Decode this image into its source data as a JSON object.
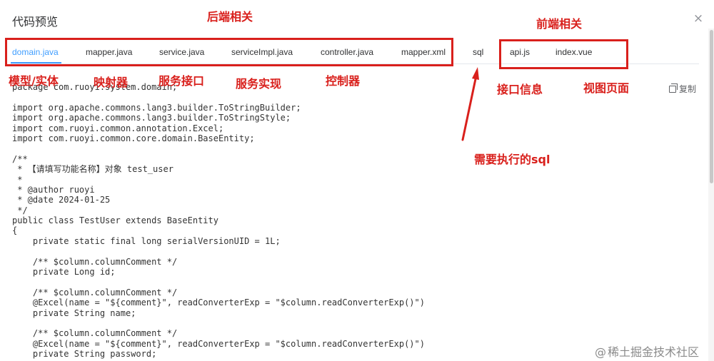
{
  "dialog": {
    "title": "代码预览",
    "close_icon": "×"
  },
  "tabs": [
    {
      "label": "domain.java",
      "active": true
    },
    {
      "label": "mapper.java",
      "active": false
    },
    {
      "label": "service.java",
      "active": false
    },
    {
      "label": "serviceImpl.java",
      "active": false
    },
    {
      "label": "controller.java",
      "active": false
    },
    {
      "label": "mapper.xml",
      "active": false
    },
    {
      "label": "sql",
      "active": false
    },
    {
      "label": "api.js",
      "active": false
    },
    {
      "label": "index.vue",
      "active": false
    }
  ],
  "copy_button": {
    "label": "复制",
    "icon": "copy-icon"
  },
  "code_lines": [
    "package com.ruoyi.system.domain;",
    "",
    "import org.apache.commons.lang3.builder.ToStringBuilder;",
    "import org.apache.commons.lang3.builder.ToStringStyle;",
    "import com.ruoyi.common.annotation.Excel;",
    "import com.ruoyi.common.core.domain.BaseEntity;",
    "",
    "/**",
    " * 【请填写功能名称】对象 test_user",
    " *",
    " * @author ruoyi",
    " * @date 2024-01-25",
    " */",
    "public class TestUser extends BaseEntity",
    "{",
    "    private static final long serialVersionUID = 1L;",
    "",
    "    /** $column.columnComment */",
    "    private Long id;",
    "",
    "    /** $column.columnComment */",
    "    @Excel(name = \"${comment}\", readConverterExp = \"$column.readConverterExp()\")",
    "    private String name;",
    "",
    "    /** $column.columnComment */",
    "    @Excel(name = \"${comment}\", readConverterExp = \"$column.readConverterExp()\")",
    "    private String password;"
  ],
  "annotations": {
    "backend_header": "后端相关",
    "frontend_header": "前端相关",
    "model_entity": "模型/实体",
    "mapper": "映射器",
    "service_interface": "服务接口",
    "service_impl": "服务实现",
    "controller": "控制器",
    "api_info": "接口信息",
    "view_page": "视图页面",
    "sql_note": "需要执行的sql",
    "color": "#d9201c"
  },
  "watermark": {
    "at": "@",
    "text": "稀土掘金技术社区"
  },
  "colors": {
    "active_tab": "#409eff",
    "text": "#303133",
    "annotation": "#d9201c"
  }
}
